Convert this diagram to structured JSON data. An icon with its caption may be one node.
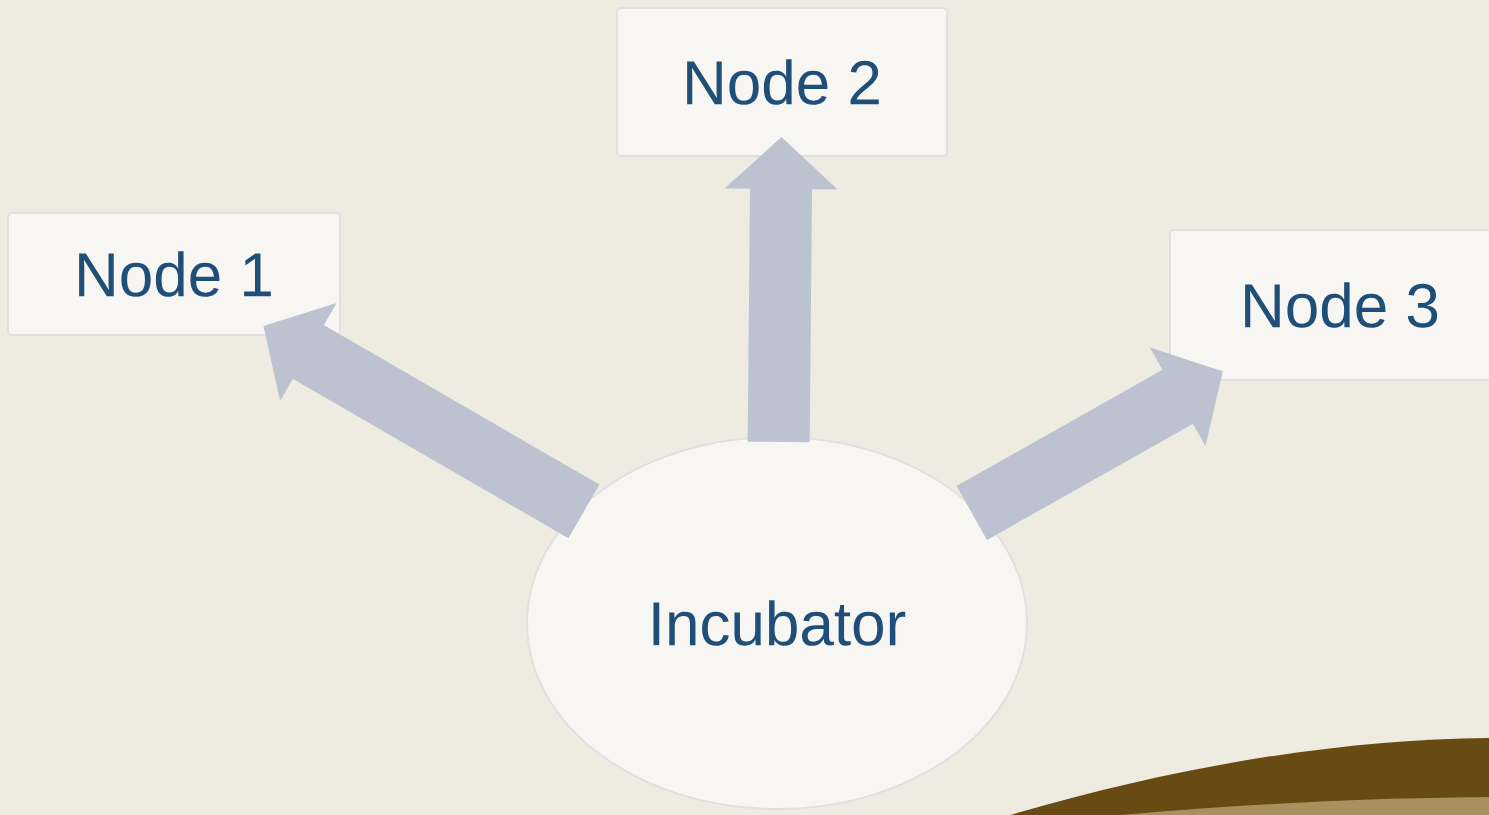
{
  "diagram": {
    "nodes": [
      {
        "text": [
          "Incubator"
        ]
      },
      {
        "text": [
          "Node 1"
        ]
      },
      {
        "text": [
          "Node 2"
        ]
      },
      {
        "text": [
          "Node 3"
        ]
      }
    ],
    "edges": [
      {
        "from": 0,
        "to": 1,
        "arrow": "to"
      },
      {
        "from": 0,
        "to": 2,
        "arrow": "to"
      },
      {
        "from": 0,
        "to": 3,
        "arrow": "to"
      }
    ]
  }
}
